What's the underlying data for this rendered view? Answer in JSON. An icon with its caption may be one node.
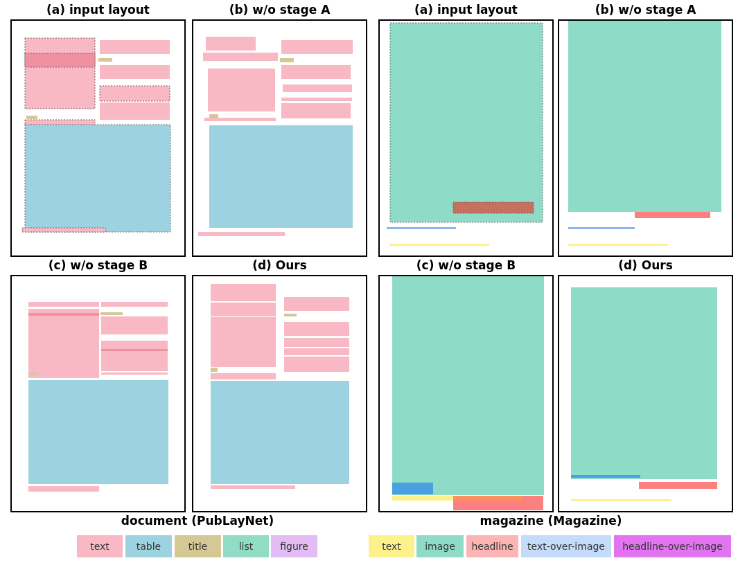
{
  "diagram": {
    "nodes": [
      {
        "text": [
          "(a) input layout"
        ]
      },
      {
        "text": [
          "(b) w/o stage A"
        ]
      },
      {
        "text": [
          "(a) input layout"
        ]
      },
      {
        "text": [
          "(b) w/o stage A"
        ]
      },
      {
        "text": [
          "(c) w/o stage B"
        ]
      },
      {
        "text": [
          "(d) Ours"
        ]
      },
      {
        "text": [
          "(c) w/o stage B"
        ]
      },
      {
        "text": [
          "(d) Ours"
        ]
      }
    ],
    "edges": [],
    "labels": [
      "document (PubLayNet)",
      "magazine (Magazine)"
    ],
    "legend": [
      {
        "text": "text",
        "color": "#f8b8c4"
      },
      {
        "text": "table",
        "color": "#9dd3e0"
      },
      {
        "text": "title",
        "color": "#d4c894"
      },
      {
        "text": "list",
        "color": "#90dcc4"
      },
      {
        "text": "figure",
        "color": "#e2bcf2"
      },
      {
        "text": "text",
        "color": "#fdf18c"
      },
      {
        "text": "image",
        "color": "#8edcc8"
      },
      {
        "text": "headline",
        "color": "#fdb4b4"
      },
      {
        "text": "text-over-image",
        "color": "#c4dbfa"
      },
      {
        "text": "headline-over-image",
        "color": "#e274f2"
      }
    ]
  }
}
